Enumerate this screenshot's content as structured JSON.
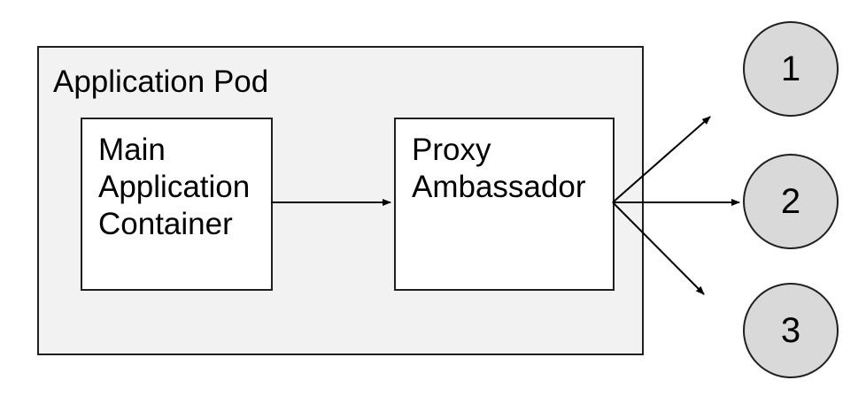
{
  "colors": {
    "canvas-bg": "#ffffff",
    "pod-fill": "#f2f2f2",
    "node-fill": "#ffffff",
    "endpoint-fill": "#d9d9d9",
    "border": "#1f1f1f",
    "arrow": "#000000",
    "text": "#000000"
  },
  "pod": {
    "label": "Application Pod"
  },
  "nodes": {
    "main": {
      "label": "Main Application Container"
    },
    "proxy": {
      "label": "Proxy Ambassador"
    }
  },
  "endpoints": [
    {
      "label": "1"
    },
    {
      "label": "2"
    },
    {
      "label": "3"
    }
  ]
}
